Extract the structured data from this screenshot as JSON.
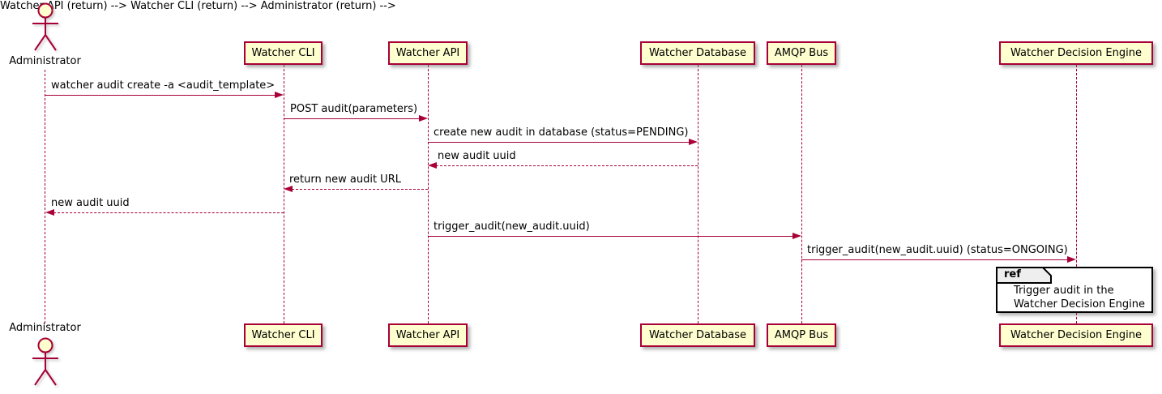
{
  "colors": {
    "participant_fill": "#FEFECE",
    "participant_border": "#A80036",
    "lifeline": "#A80036",
    "arrow": "#A80036",
    "text": "#000000",
    "ref_border": "#000000",
    "ref_header_fill": "#EEEEEE",
    "ref_fill": "#FFFFFF"
  },
  "actor": {
    "label": "Administrator"
  },
  "participants": [
    {
      "label": "Watcher CLI"
    },
    {
      "label": "Watcher API"
    },
    {
      "label": "Watcher Database"
    },
    {
      "label": "AMQP Bus"
    },
    {
      "label": "Watcher Decision Engine"
    }
  ],
  "messages": [
    {
      "label": "watcher audit create -a <audit_template>",
      "from": "Administrator",
      "to": "Watcher CLI",
      "line": "solid"
    },
    {
      "label": "POST audit(parameters)",
      "from": "Watcher CLI",
      "to": "Watcher API",
      "line": "solid"
    },
    {
      "label": "create new audit in database (status=PENDING)",
      "from": "Watcher API",
      "to": "Watcher Database",
      "line": "solid"
    },
    {
      "label": "new audit uuid",
      "from": "Watcher Database",
      "to": "Watcher API",
      "line": "dashed"
    },
    {
      "label": "return new audit URL",
      "from": "Watcher API",
      "to": "Watcher CLI",
      "line": "dashed"
    },
    {
      "label": "new audit uuid",
      "from": "Watcher CLI",
      "to": "Administrator",
      "line": "dashed"
    },
    {
      "label": "trigger_audit(new_audit.uuid)",
      "from": "Watcher API",
      "to": "AMQP Bus",
      "line": "solid"
    },
    {
      "label": "trigger_audit(new_audit.uuid) (status=ONGOING)",
      "from": "AMQP Bus",
      "to": "Watcher Decision Engine",
      "line": "solid"
    }
  ],
  "ref": {
    "keyword": "ref",
    "line1": "Trigger audit in the",
    "line2": "Watcher Decision Engine"
  }
}
